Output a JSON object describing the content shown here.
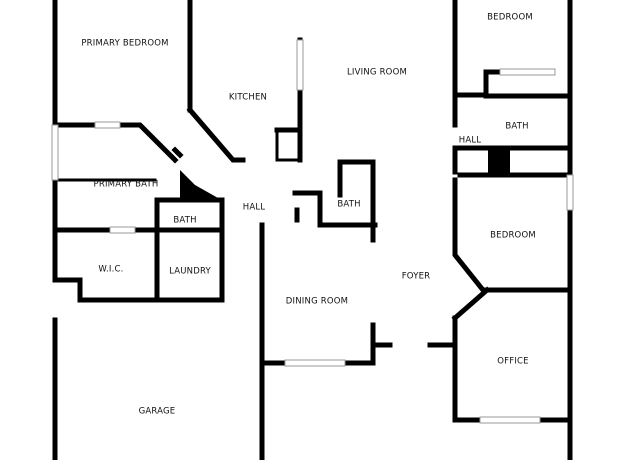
{
  "rooms": {
    "primary_bedroom": "PRIMARY BEDROOM",
    "kitchen": "KITCHEN",
    "living_room": "LIVING ROOM",
    "bedroom_top": "BEDROOM",
    "bath_right": "BATH",
    "hall_right": "HALL",
    "primary_bath": "PRIMARY BATH",
    "hall_center": "HALL",
    "bath_center": "BATH",
    "bath_left": "BATH",
    "bedroom_mid": "BEDROOM",
    "wic": "W.I.C.",
    "laundry": "LAUNDRY",
    "foyer": "FOYER",
    "dining_room": "DINING ROOM",
    "office": "OFFICE",
    "garage": "GARAGE"
  },
  "colors": {
    "wall": "#000000",
    "background": "#ffffff",
    "window": "#9a9a9a"
  }
}
